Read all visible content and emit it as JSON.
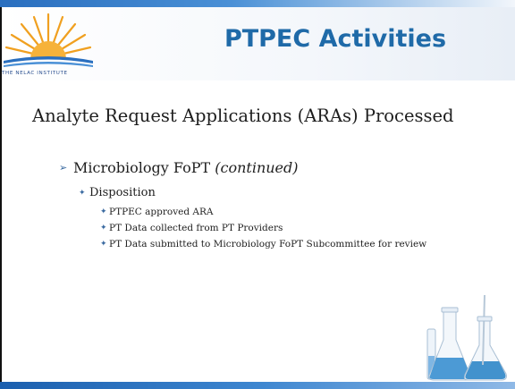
{
  "header": {
    "logo_text": "THE NELAC INSTITUTE",
    "title": "PTPEC Activities"
  },
  "content": {
    "subtitle": "Analyte Request Applications (ARAs) Processed",
    "level1": {
      "bullet": "➢",
      "text": "Microbiology FoPT",
      "continued": "(continued)"
    },
    "level2": {
      "bullet": "✦",
      "text": "Disposition"
    },
    "level3": [
      {
        "bullet": "✦",
        "text": "PTPEC approved ARA"
      },
      {
        "bullet": "✦",
        "text": "PT Data collected from PT Providers"
      },
      {
        "bullet": "✦",
        "text": "PT Data submitted to Microbiology FoPT Subcommittee for review"
      }
    ]
  },
  "colors": {
    "title": "#1f6aa8",
    "accent_bar": "#2a6fbf",
    "sun": "#f0a020",
    "flask_liquid": "#3a8fd0"
  },
  "icons": {
    "logo": "rising-sun-logo-icon",
    "decoration": "lab-flasks-icon"
  }
}
